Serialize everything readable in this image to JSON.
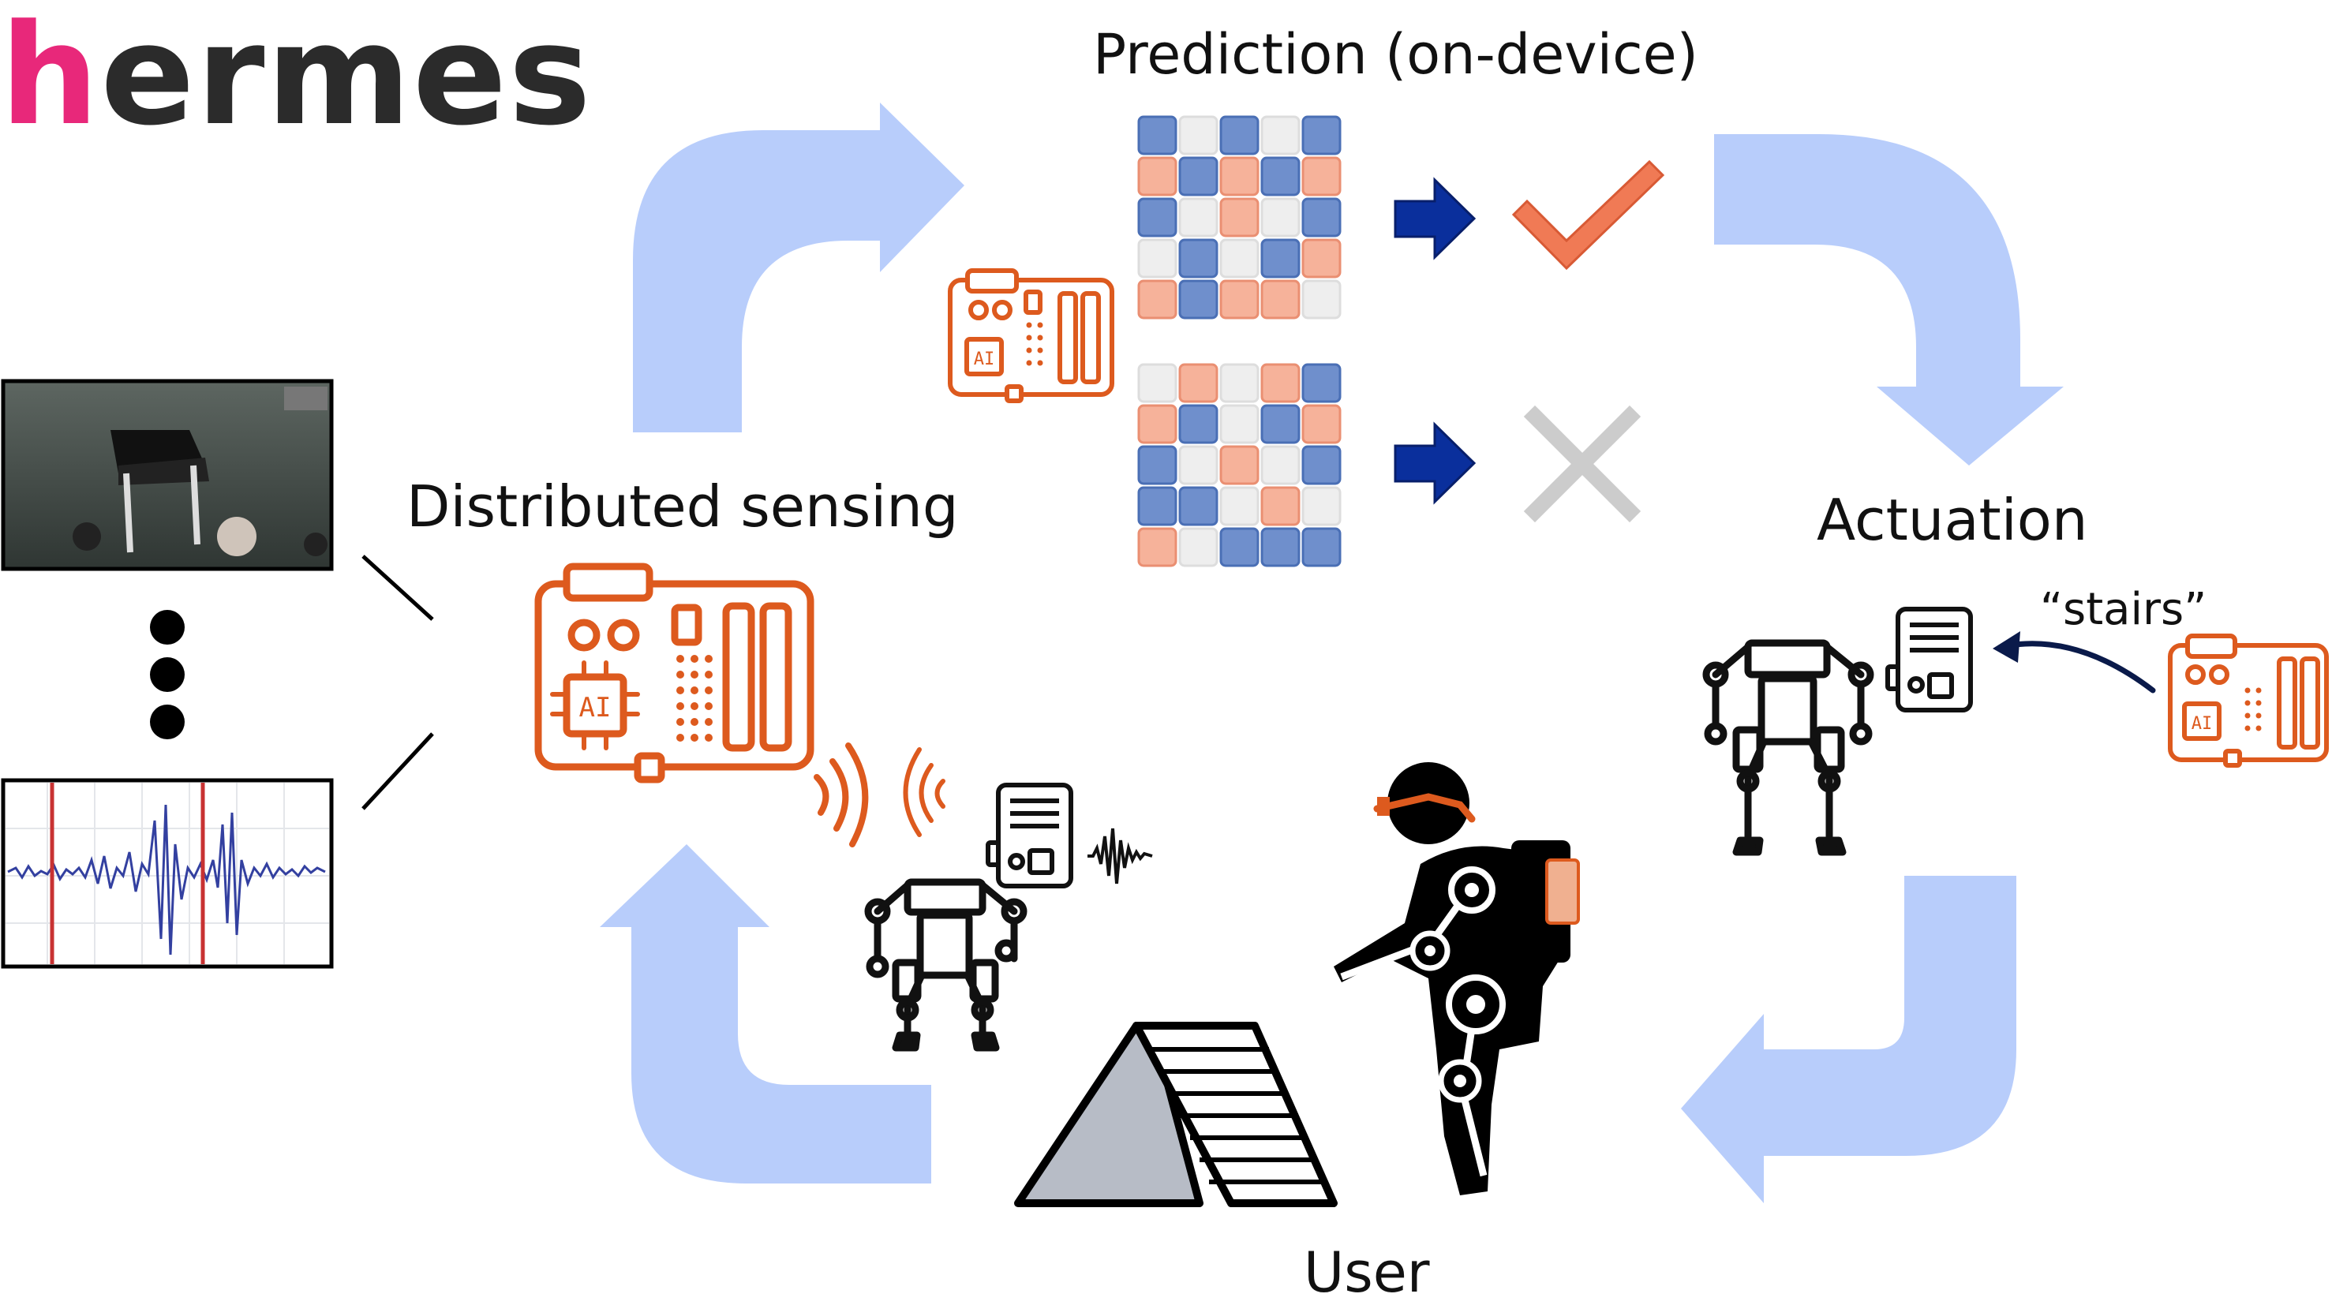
{
  "logo": {
    "first_letter": "h",
    "rest": "ermes"
  },
  "labels": {
    "prediction": "Prediction (on-device)",
    "distributed_sensing": "Distributed sensing",
    "actuation": "Actuation",
    "user": "User",
    "stairs": "“stairs”"
  },
  "colors": {
    "arrow_light": "#b8cdfb",
    "arrow_dark": "#0a2f9c",
    "orange": "#dd5a1e",
    "blue_cell": "#6f8fcc",
    "salmon_cell": "#f6b29a",
    "grey_cell": "#eeeeee",
    "check": "#f07a55",
    "cross": "#cccccc",
    "signal": "#3340a0",
    "signal_marker": "#c83232"
  },
  "icons": [
    "ai-board-icon",
    "wireless-signal-icon",
    "exoskeleton-icon",
    "controller-icon",
    "check-icon",
    "cross-icon",
    "ramp-icon",
    "user-icon",
    "soundwave-icon",
    "camera-image",
    "signal-plot"
  ],
  "grid_top": [
    [
      "b",
      "g",
      "b",
      "g",
      "b"
    ],
    [
      "s",
      "b",
      "s",
      "b",
      "s"
    ],
    [
      "b",
      "g",
      "s",
      "g",
      "b"
    ],
    [
      "g",
      "b",
      "g",
      "b",
      "s"
    ],
    [
      "s",
      "b",
      "s",
      "s",
      "g"
    ]
  ],
  "grid_bottom": [
    [
      "g",
      "s",
      "g",
      "s",
      "b"
    ],
    [
      "s",
      "b",
      "g",
      "b",
      "s"
    ],
    [
      "b",
      "g",
      "s",
      "g",
      "b"
    ],
    [
      "b",
      "b",
      "g",
      "s",
      "g"
    ],
    [
      "s",
      "g",
      "b",
      "b",
      "b"
    ]
  ]
}
